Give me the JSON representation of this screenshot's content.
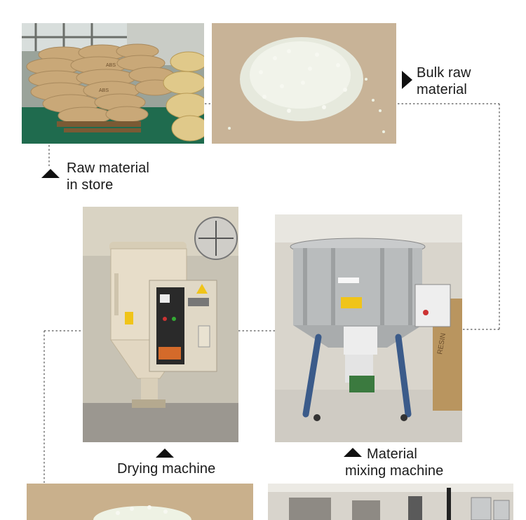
{
  "steps": [
    {
      "id": "raw-store",
      "label_lines": [
        "Raw material",
        "in store"
      ],
      "icon": "triangle-up-icon"
    },
    {
      "id": "bulk-raw",
      "label_lines": [
        "Bulk raw",
        "material"
      ],
      "icon": "triangle-right-icon"
    },
    {
      "id": "mixing",
      "label_lines": [
        "Material",
        "mixing machine"
      ],
      "icon": "triangle-up-icon"
    },
    {
      "id": "drying",
      "label_lines": [
        "Drying machine"
      ],
      "icon": "triangle-up-icon"
    }
  ],
  "photos": {
    "raw_store": {
      "bag_print": "ABS"
    },
    "mixer": {
      "bag_print": "RESIN"
    }
  },
  "colors": {
    "arrow": "#111111",
    "flow_line": "#555555",
    "kraft_bag": "#c9a878",
    "pellet": "#eef2e4",
    "steel": "#b9bcbd",
    "dryer_body": "#e7ddc9"
  }
}
